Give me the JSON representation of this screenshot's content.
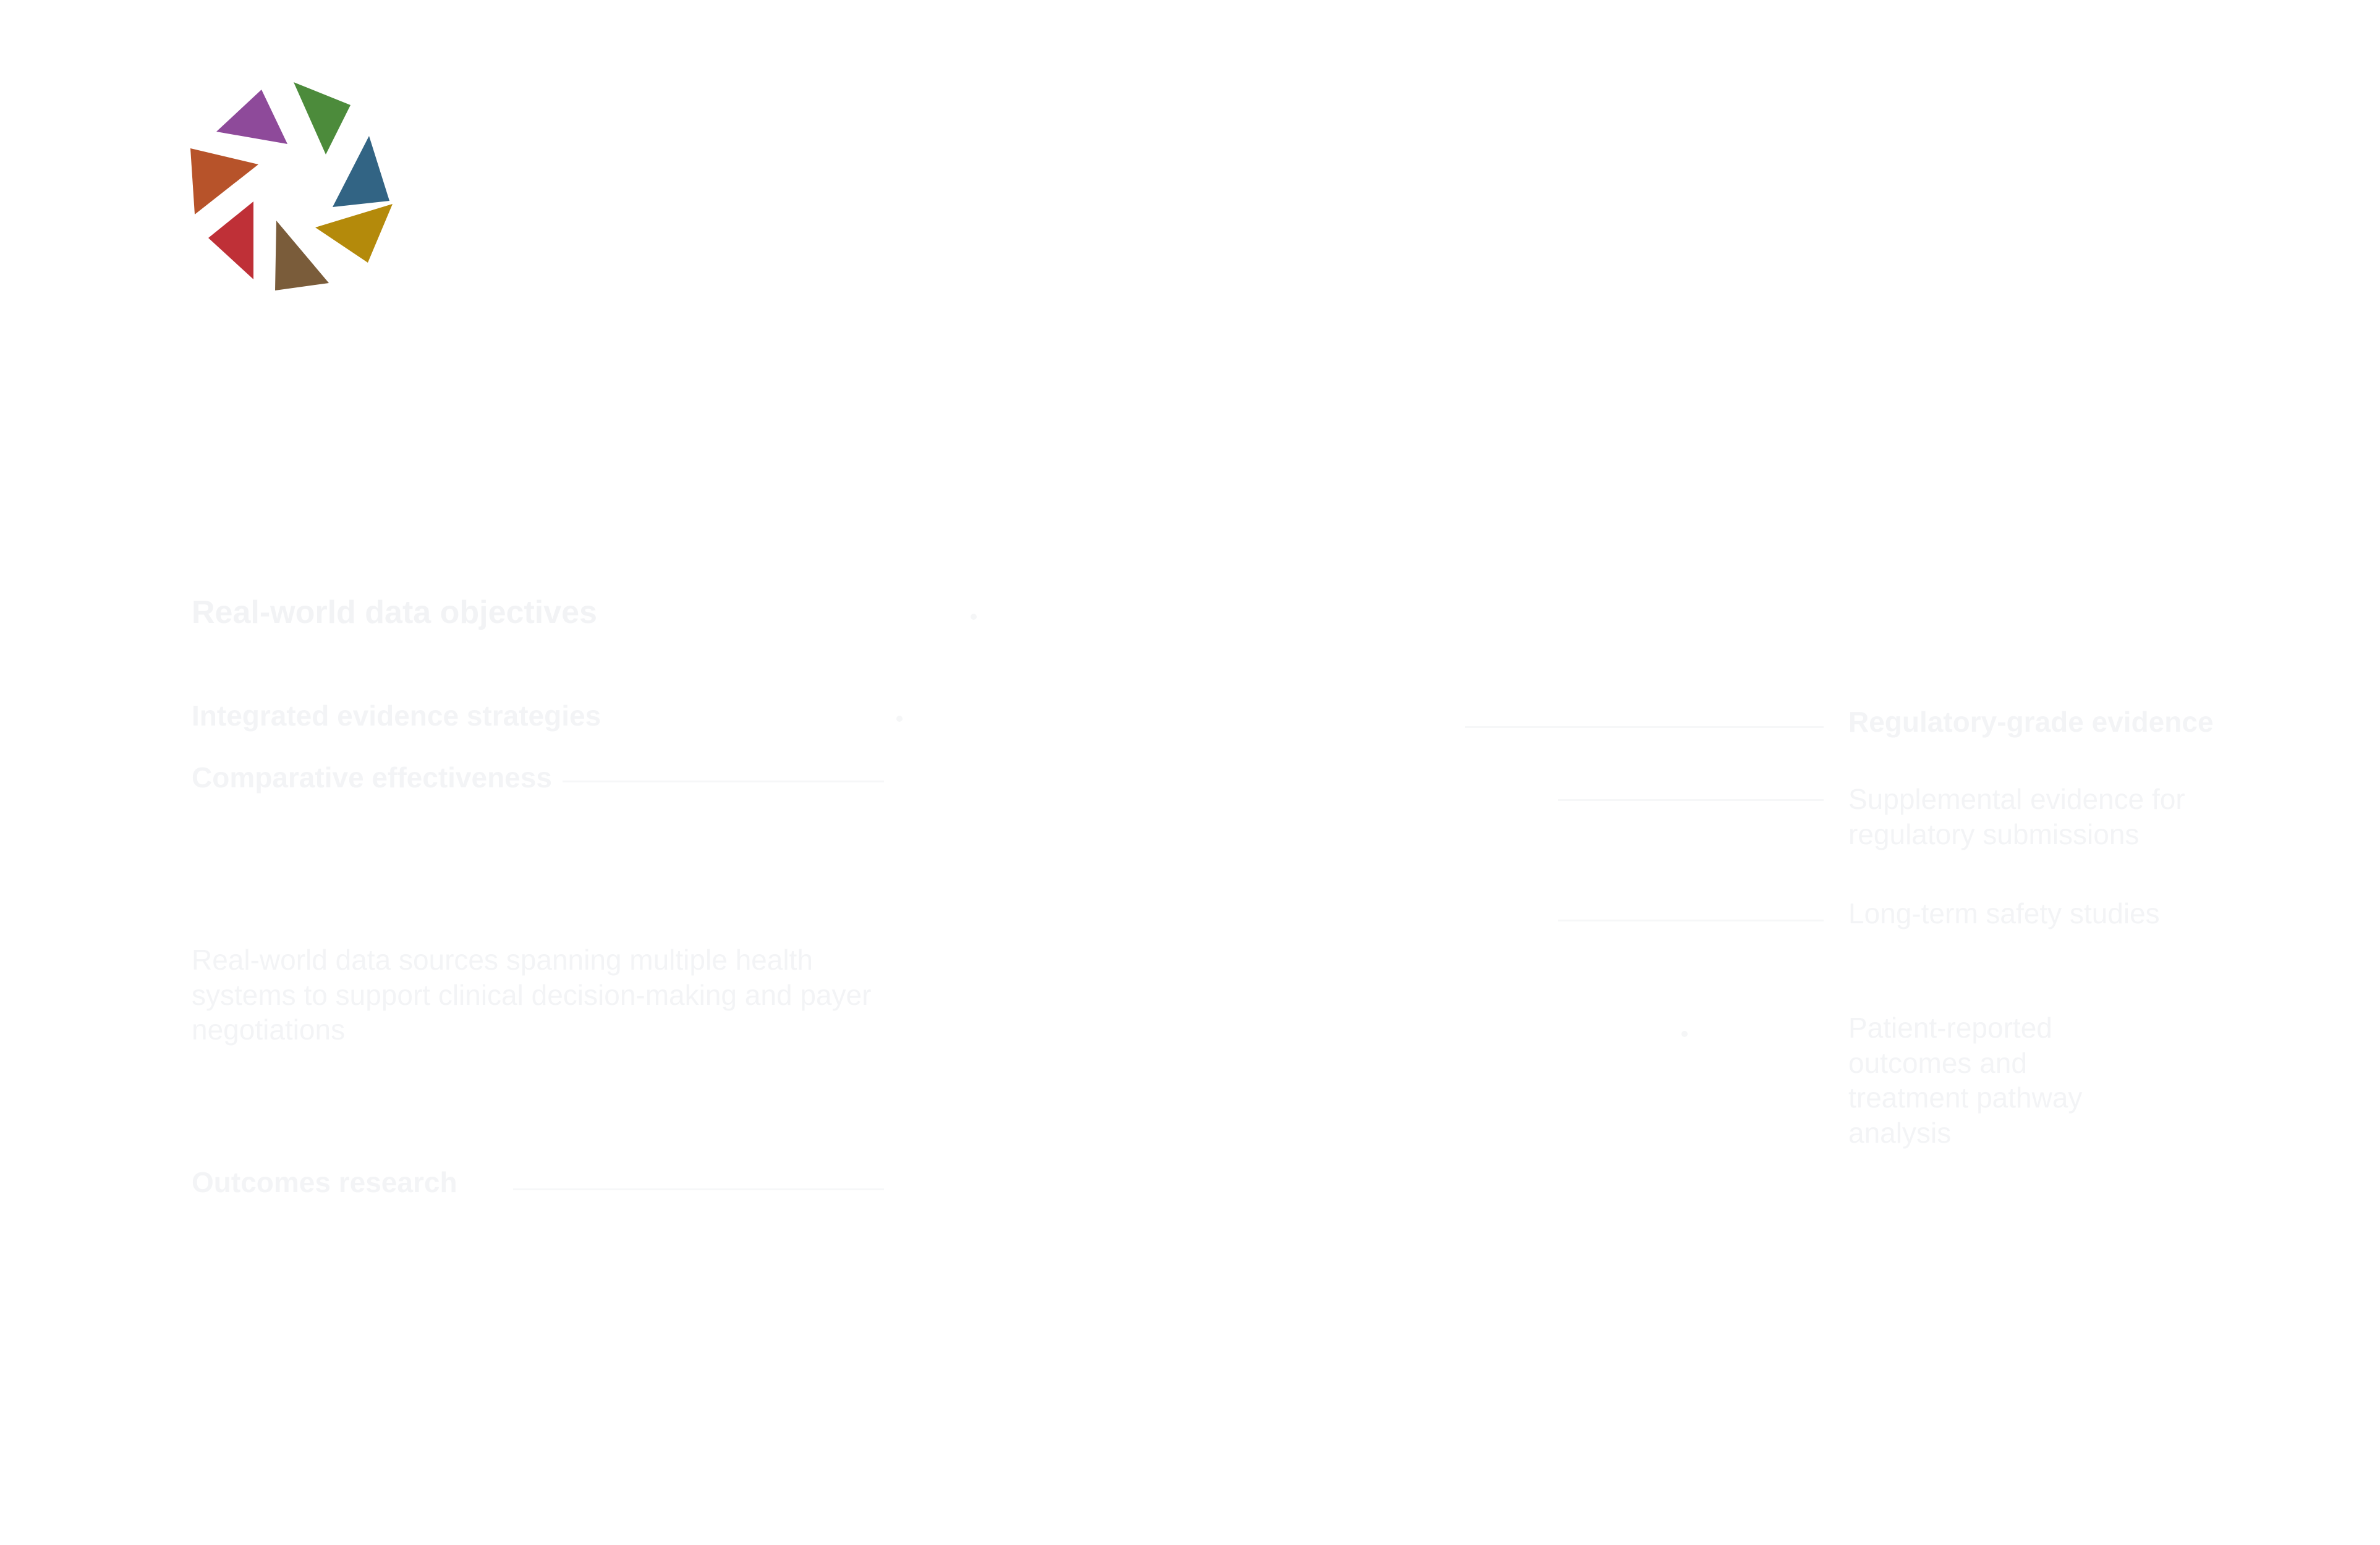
{
  "logo": {
    "name": "aperture-logo",
    "segment_colors": [
      "#8e4a9a",
      "#4c8b3b",
      "#326484",
      "#b48a0b",
      "#7a5c3a",
      "#bf3037",
      "#b7532a"
    ]
  },
  "content": {
    "heading": "Real-world data objectives",
    "intro": "Integrated evidence strategies",
    "first_item": "Comparative effectiveness",
    "body": "Real-world data sources spanning multiple health systems to support clinical decision-making and payer negotiations",
    "footer": "Outcomes research"
  },
  "right_column": {
    "item_1": "Regulatory-grade evidence",
    "item_2": "Supplemental evidence for regulatory submissions",
    "item_3": "Long-term safety studies",
    "item_4": "Patient-reported outcomes and treatment pathway analysis"
  }
}
